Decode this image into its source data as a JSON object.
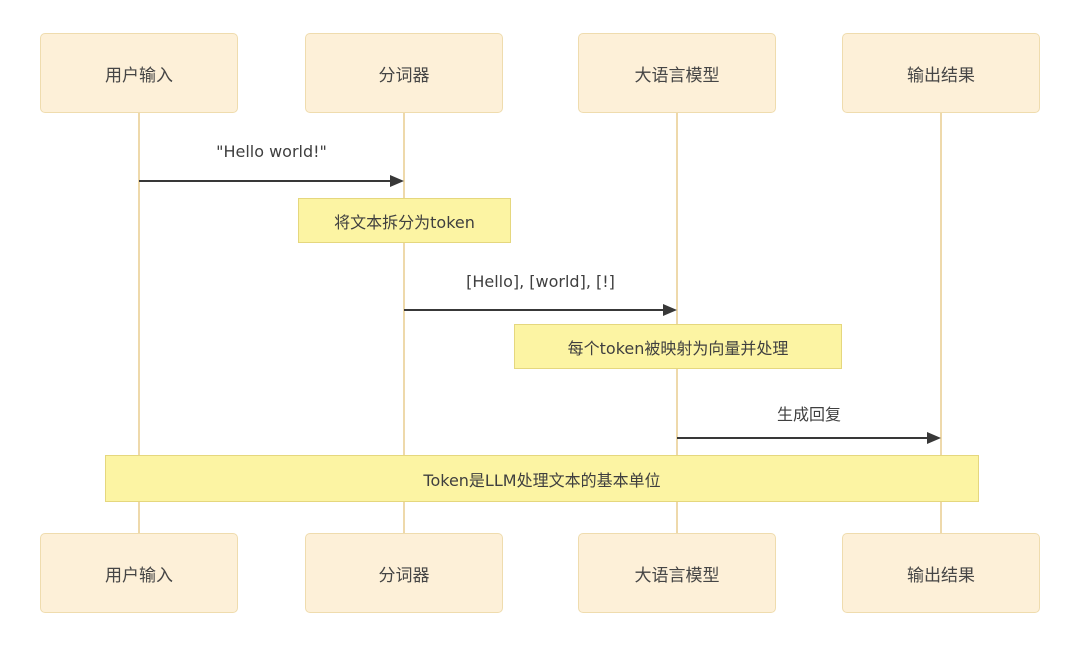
{
  "diagram": {
    "type": "sequence-diagram",
    "background": "#ffffff",
    "colors": {
      "actor_fill": "#fdf0d8",
      "actor_border": "#efdcae",
      "lifeline": "#eed9ab",
      "note_fill": "#fcf4a3",
      "note_border": "#e5d77e",
      "text": "#3f3f3f",
      "arrow": "#383838"
    },
    "actors": [
      {
        "label": "用户输入"
      },
      {
        "label": "分词器"
      },
      {
        "label": "大语言模型"
      },
      {
        "label": "输出结果"
      }
    ],
    "messages": [
      {
        "from": "用户输入",
        "to": "分词器",
        "label": "\"Hello world!\""
      },
      {
        "from": "分词器",
        "to": "大语言模型",
        "label": "[Hello], [world], [!]"
      },
      {
        "from": "大语言模型",
        "to": "输出结果",
        "label": "生成回复"
      }
    ],
    "notes": [
      {
        "over": "分词器",
        "label": "将文本拆分为token"
      },
      {
        "over": "大语言模型",
        "label": "每个token被映射为向量并处理"
      },
      {
        "over": "用户输入, 输出结果",
        "label": "Token是LLM处理文本的基本单位"
      }
    ]
  }
}
